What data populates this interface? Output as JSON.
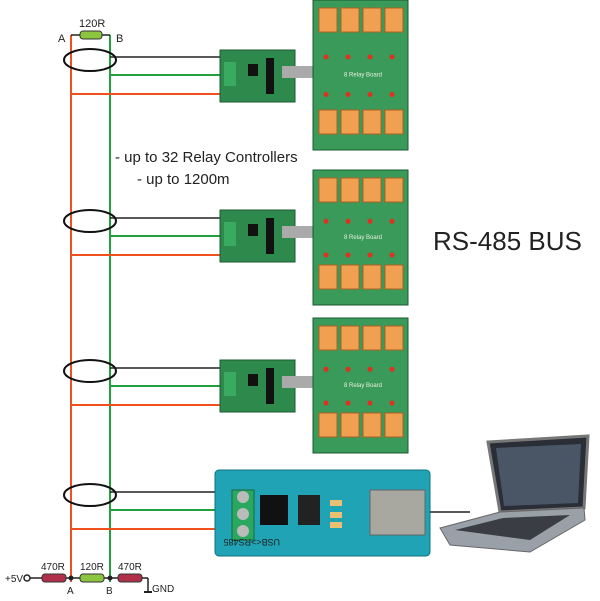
{
  "title": "RS-485 BUS",
  "notes": [
    "- up to 32 Relay Controllers",
    "- up to 1200m"
  ],
  "top_terminator": {
    "resistor": "120R",
    "line_a": "A",
    "line_b": "B"
  },
  "bottom_bias": {
    "supply": "+5V",
    "pullup": "470R",
    "terminator": "120R",
    "pulldown": "470R",
    "line_a": "A",
    "line_b": "B",
    "ground": "GND"
  },
  "relay_board_label": "8 Relay Board",
  "converter_label": "USB<>RS485",
  "colors": {
    "line_a": "#f0501e",
    "line_b": "#22a03c",
    "signal": "#222222",
    "pcb_green": "#2e8a4c",
    "pcb_teal": "#1fa3b5",
    "relay": "#f0a050",
    "terminator": "#8cc63e",
    "bias_resistor": "#b0304a"
  }
}
